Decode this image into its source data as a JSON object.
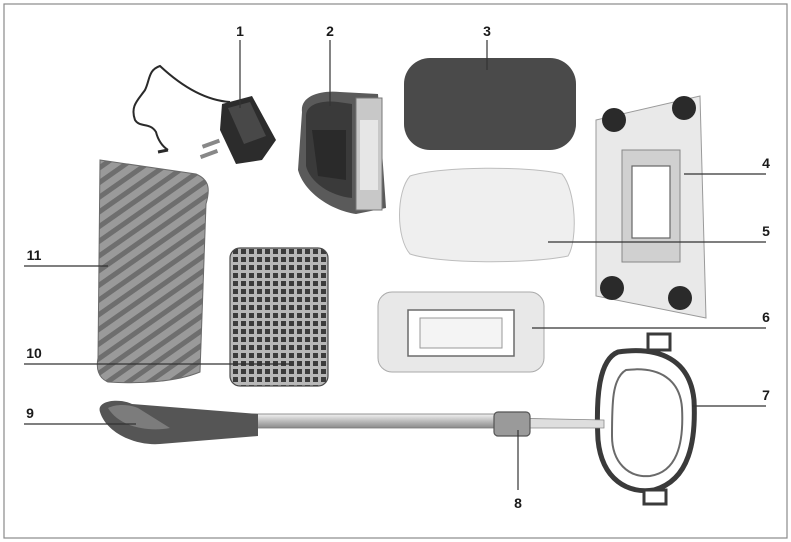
{
  "figure": {
    "frame_color": "#8a8a8a",
    "part_color_dark": "#555555",
    "part_color_light": "#e8e8e8",
    "callouts": [
      {
        "id": "part-1-power-adapter",
        "label": "1"
      },
      {
        "id": "part-2-cleaning-head",
        "label": "2"
      },
      {
        "id": "part-3-dark-pad",
        "label": "3"
      },
      {
        "id": "part-4-base-plate",
        "label": "4"
      },
      {
        "id": "part-5-fleece-pad",
        "label": "5"
      },
      {
        "id": "part-6-pad-holder",
        "label": "6"
      },
      {
        "id": "part-7-handle-frame",
        "label": "7"
      },
      {
        "id": "part-8-connector",
        "label": "8"
      },
      {
        "id": "part-9-telescopic-handle",
        "label": "9"
      },
      {
        "id": "part-10-bristle-pad",
        "label": "10"
      },
      {
        "id": "part-11-microfiber-cloth",
        "label": "11"
      }
    ]
  }
}
